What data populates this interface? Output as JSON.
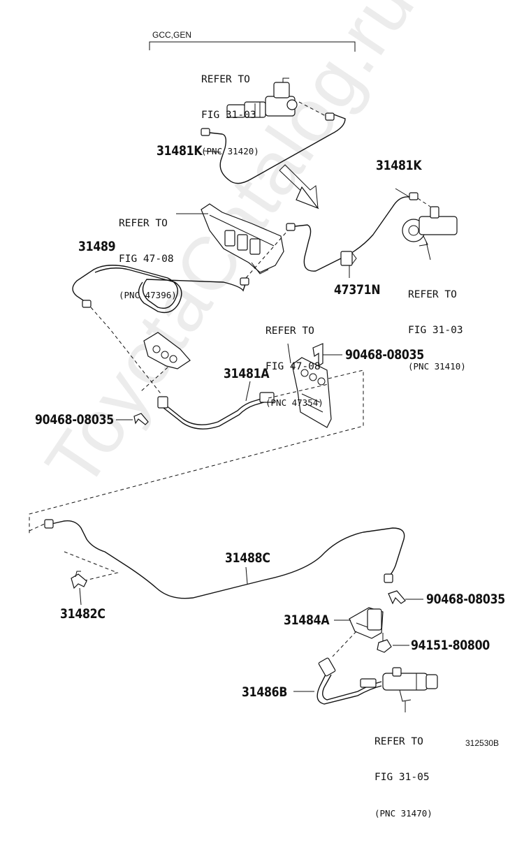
{
  "header": {
    "gcc_label": "GCC,GEN"
  },
  "refs": {
    "r1": {
      "l1": "REFER TO",
      "l2": "FIG 31-03",
      "l3": "(PNC 31420)"
    },
    "r2": {
      "l1": "REFER TO",
      "l2": "FIG 47-08",
      "l3": "(PNC 47396)"
    },
    "r3": {
      "l1": "REFER TO",
      "l2": "FIG 31-03",
      "l3": "(PNC 31410)"
    },
    "r4": {
      "l1": "REFER TO",
      "l2": "FIG 47-08",
      "l3": "(PNC 47354)"
    },
    "r5": {
      "l1": "REFER TO",
      "l2": "FIG 31-05",
      "l3": "(PNC 31470)"
    }
  },
  "parts": {
    "p31481k_a": "31481K",
    "p31481k_b": "31481K",
    "p31489": "31489",
    "p47371n": "47371N",
    "p90468_a": "90468-08035",
    "p31481a": "31481A",
    "p90468_b": "90468-08035",
    "p31488c": "31488C",
    "p31482c": "31482C",
    "p90468_c": "90468-08035",
    "p31484a": "31484A",
    "p94151": "94151-80800",
    "p31486b": "31486B"
  },
  "figure_code": "312530B",
  "watermark": "ToyotaCatalog.ru"
}
